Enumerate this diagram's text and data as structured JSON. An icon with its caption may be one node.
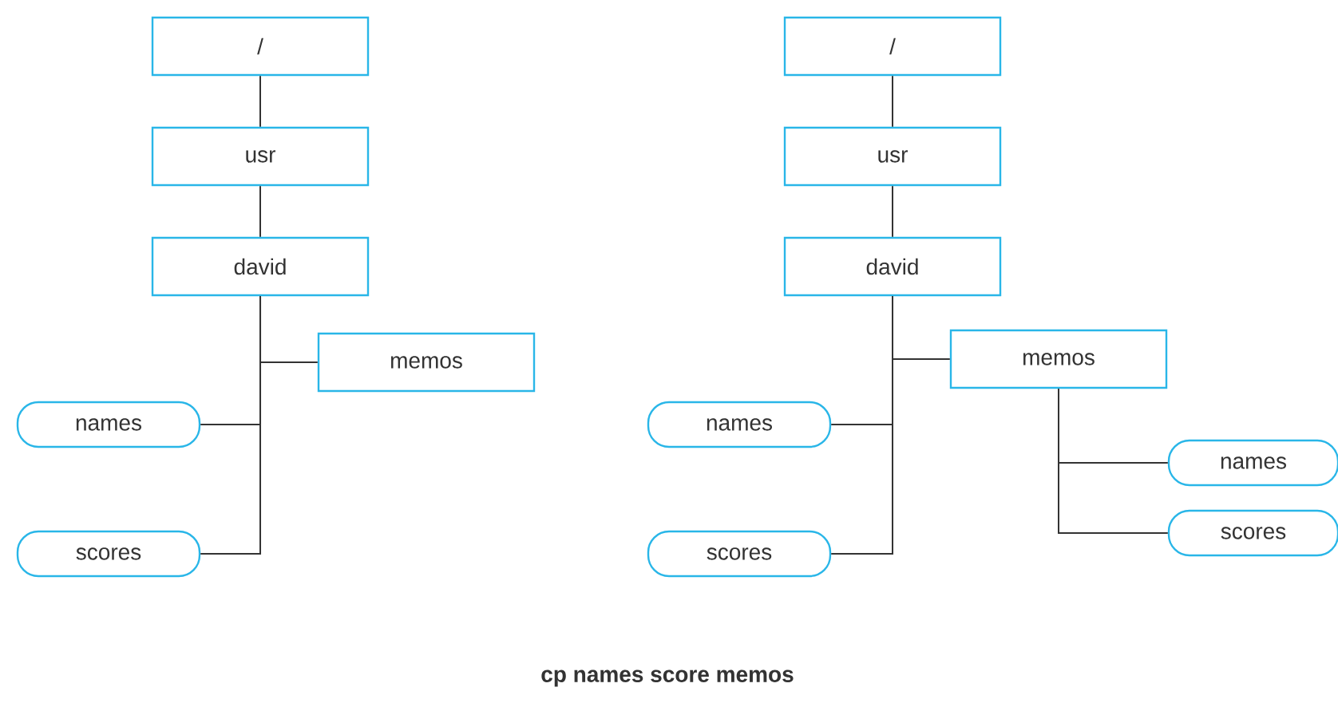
{
  "diagram": {
    "caption": "cp names score memos",
    "nodes": [
      {
        "text": [
          "/"
        ]
      },
      {
        "text": [
          "usr"
        ]
      },
      {
        "text": [
          "david"
        ]
      },
      {
        "text": [
          "memos"
        ]
      },
      {
        "text": [
          "names"
        ]
      },
      {
        "text": [
          "scores"
        ]
      },
      {
        "text": [
          "/"
        ]
      },
      {
        "text": [
          "usr"
        ]
      },
      {
        "text": [
          "david"
        ]
      },
      {
        "text": [
          "memos"
        ]
      },
      {
        "text": [
          "names"
        ]
      },
      {
        "text": [
          "scores"
        ]
      },
      {
        "text": [
          "names"
        ]
      },
      {
        "text": [
          "scores"
        ]
      }
    ],
    "edges": [
      {
        "from": 0,
        "to": 1,
        "arrow": "none"
      },
      {
        "from": 1,
        "to": 2,
        "arrow": "none"
      },
      {
        "from": 2,
        "to": 3,
        "arrow": "none"
      },
      {
        "from": 2,
        "to": 4,
        "arrow": "none"
      },
      {
        "from": 2,
        "to": 5,
        "arrow": "none"
      },
      {
        "from": 6,
        "to": 7,
        "arrow": "none"
      },
      {
        "from": 7,
        "to": 8,
        "arrow": "none"
      },
      {
        "from": 8,
        "to": 9,
        "arrow": "none"
      },
      {
        "from": 8,
        "to": 10,
        "arrow": "none"
      },
      {
        "from": 8,
        "to": 11,
        "arrow": "none"
      },
      {
        "from": 9,
        "to": 12,
        "arrow": "none"
      },
      {
        "from": 9,
        "to": 13,
        "arrow": "none"
      }
    ]
  }
}
